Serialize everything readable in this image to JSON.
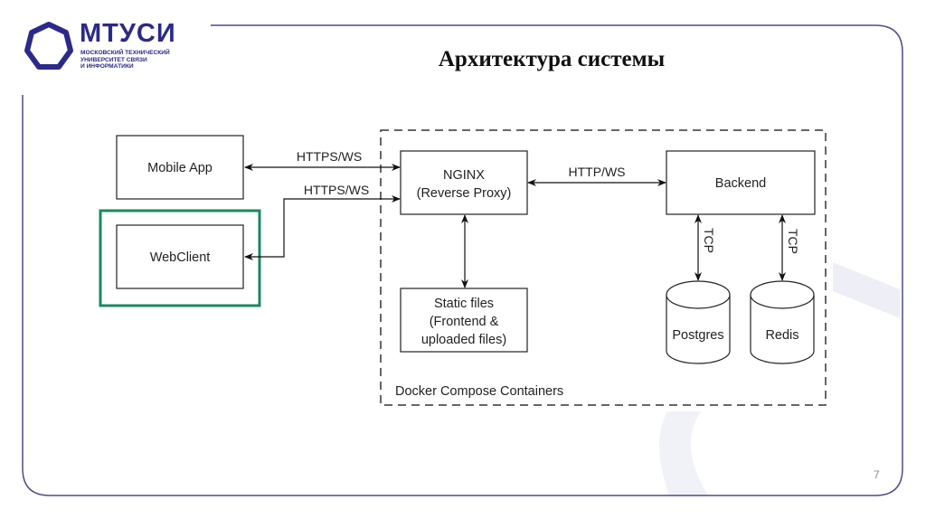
{
  "logo": {
    "name": "МТУСИ",
    "subtitle_lines": [
      "МОСКОВСКИЙ ТЕХНИЧЕСКИЙ",
      "УНИВЕРСИТЕТ СВЯЗИ",
      "И ИНФОРМАТИКИ"
    ],
    "color": "#2b2a8a"
  },
  "slide": {
    "title": "Архитектура системы",
    "page_number": "7",
    "frame_color": "#4b4a8c",
    "highlight_color": "#1a8a5e"
  },
  "diagram": {
    "nodes": {
      "mobile_app": "Mobile App",
      "web_client": "WebClient",
      "nginx_line1": "NGINX",
      "nginx_line2": "(Reverse Proxy)",
      "backend": "Backend",
      "static_line1": "Static files",
      "static_line2": "(Frontend &",
      "static_line3": "uploaded files)",
      "postgres": "Postgres",
      "redis": "Redis"
    },
    "edges": {
      "mobile_nginx": "HTTPS/WS",
      "web_nginx": "HTTPS/WS",
      "nginx_backend": "HTTP/WS",
      "backend_postgres": "TCP",
      "backend_redis": "TCP"
    },
    "container_label": "Docker Compose Containers"
  }
}
